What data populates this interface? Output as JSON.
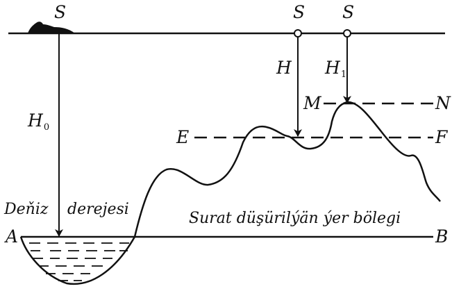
{
  "labels": {
    "s_left": "S",
    "s_mid": "S",
    "s_right": "S",
    "h0_main": "H",
    "h0_sub": "0",
    "h_main": "H",
    "h1_main": "H",
    "h1_sub": "1",
    "m": "M",
    "n": "N",
    "e": "E",
    "f": "F",
    "a": "A",
    "b": "B",
    "deniz": "Deňiz",
    "derejesi": "derejesi",
    "surface_text": "Surat düşürilýän ýer bölegi"
  },
  "colors": {
    "ink": "#111111",
    "background": "#ffffff"
  },
  "icons": {
    "left_station": "boat-icon"
  }
}
